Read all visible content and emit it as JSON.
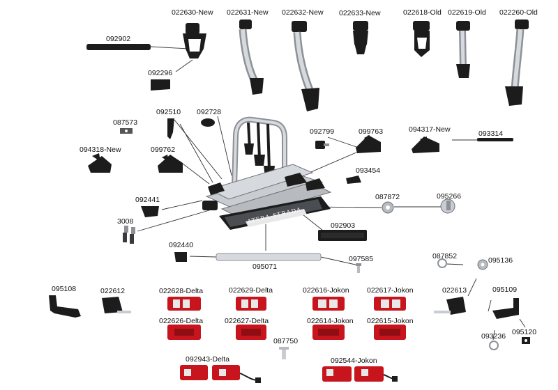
{
  "brand_text": "ATERA-STRADA",
  "labels": {
    "p022630": "022630-New",
    "p022631": "022631-New",
    "p022632": "022632-New",
    "p022633": "022633-New",
    "p022618": "022618-Old",
    "p022619": "022619-Old",
    "p022260": "022260-Old",
    "p092902": "092902",
    "p092296": "092296",
    "p092510": "092510",
    "p092728": "092728",
    "p087573": "087573",
    "p094318": "094318-New",
    "p099762": "099762",
    "p092799": "092799",
    "p099763": "099763",
    "p094317": "094317-New",
    "p093314": "093314",
    "p093454": "093454",
    "p087872": "087872",
    "p095266": "095266",
    "p092441": "092441",
    "p3008": "3008",
    "p092903": "092903",
    "p092440": "092440",
    "p095071": "095071",
    "p097585": "097585",
    "p087852": "087852",
    "p095136": "095136",
    "p095108": "095108",
    "p022612": "022612",
    "p022628": "022628-Delta",
    "p022629": "022629-Delta",
    "p022616": "022616-Jokon",
    "p022617": "022617-Jokon",
    "p022613": "022613",
    "p095109": "095109",
    "p022626": "022626-Delta",
    "p022627": "022627-Delta",
    "p022614": "022614-Jokon",
    "p022615": "022615-Jokon",
    "p093236": "093236",
    "p095120": "095120",
    "p087750": "087750",
    "p092943": "092943-Delta",
    "p092544": "092544-Jokon"
  },
  "colors": {
    "part_dark": "#1c1c1c",
    "part_mid": "#3a3a3a",
    "metal": "#c9ccd0",
    "metal_dark": "#8d9196",
    "lamp_red": "#c8141c",
    "lamp_red_dark": "#8e0e14",
    "lamp_lens": "#e8e8e8",
    "leader": "#333333"
  }
}
